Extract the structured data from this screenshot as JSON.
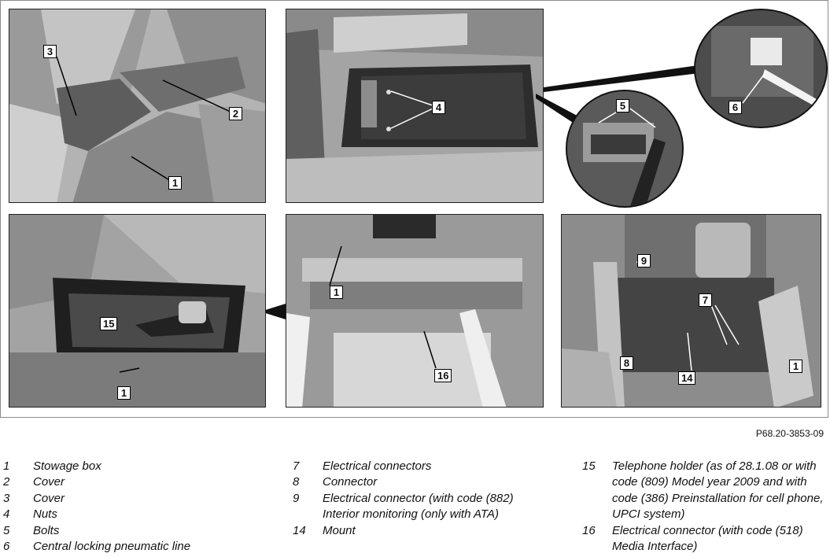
{
  "figure_code": "P68.20-3853-09",
  "panels": [
    {
      "callouts": [
        "3",
        "2",
        "1"
      ]
    },
    {
      "callouts": [
        "4",
        "5",
        "6"
      ]
    },
    {
      "callouts": [
        "15",
        "1"
      ]
    },
    {
      "callouts": [
        "1",
        "16"
      ]
    },
    {
      "callouts": [
        "9",
        "7",
        "8",
        "14",
        "1"
      ]
    }
  ],
  "legend": {
    "col1": [
      {
        "num": "1",
        "text": "Stowage box"
      },
      {
        "num": "2",
        "text": "Cover"
      },
      {
        "num": "3",
        "text": "Cover"
      },
      {
        "num": "4",
        "text": "Nuts"
      },
      {
        "num": "5",
        "text": "Bolts"
      },
      {
        "num": "6",
        "text": "Central locking pneumatic line"
      }
    ],
    "col2": [
      {
        "num": "7",
        "text": "Electrical connectors"
      },
      {
        "num": "8",
        "text": "Connector"
      },
      {
        "num": "9",
        "text": "Electrical connector (with code (882) Interior monitoring (only with ATA)"
      },
      {
        "num": "14",
        "text": "Mount"
      }
    ],
    "col3": [
      {
        "num": "15",
        "text": "Telephone holder (as of 28.1.08 or with code (809) Model year 2009 and with code (386) Preinstallation for cell phone, UPCI system)"
      },
      {
        "num": "16",
        "text": "Electrical connector (with code (518) Media Interface)"
      }
    ]
  }
}
